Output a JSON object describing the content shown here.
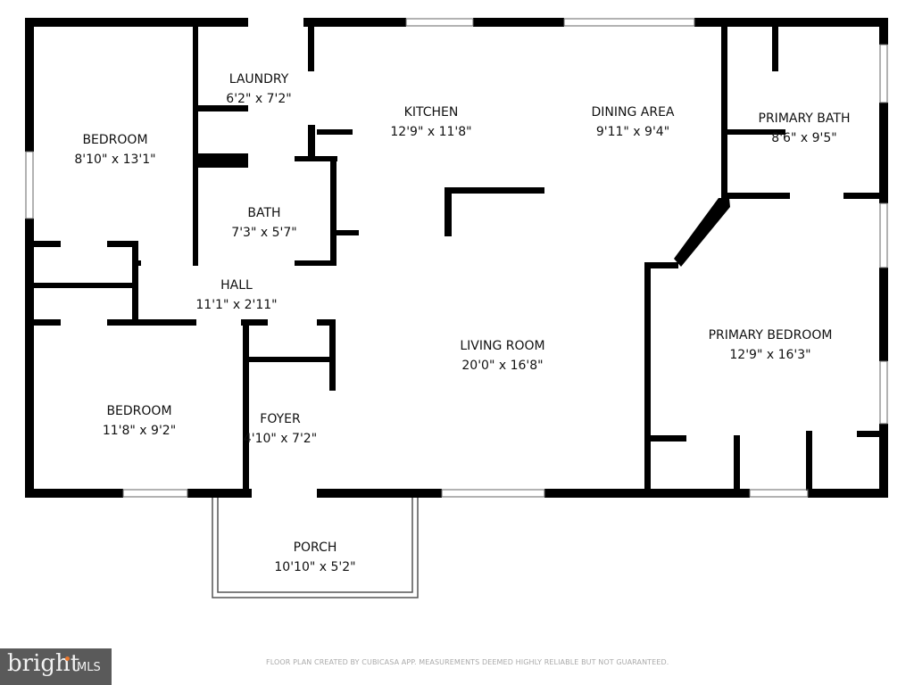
{
  "rooms": [
    {
      "name": "BEDROOM",
      "size": "8'10\" x 13'1\""
    },
    {
      "name": "LAUNDRY",
      "size": "6'2\" x 7'2\""
    },
    {
      "name": "KITCHEN",
      "size": "12'9\" x 11'8\""
    },
    {
      "name": "DINING AREA",
      "size": "9'11\" x 9'4\""
    },
    {
      "name": "PRIMARY BATH",
      "size": "8'6\" x 9'5\""
    },
    {
      "name": "BATH",
      "size": "7'3\" x 5'7\""
    },
    {
      "name": "HALL",
      "size": "11'1\" x 2'11\""
    },
    {
      "name": "LIVING ROOM",
      "size": "20'0\" x 16'8\""
    },
    {
      "name": "PRIMARY BEDROOM",
      "size": "12'9\" x 16'3\""
    },
    {
      "name": "BEDROOM",
      "size": "11'8\" x 9'2\""
    },
    {
      "name": "FOYER",
      "size": "4'10\" x 7'2\""
    },
    {
      "name": "PORCH",
      "size": "10'10\" x 5'2\""
    }
  ],
  "logo": {
    "text": "bright",
    "suffix": "MLS",
    "accent": "#e8772e"
  },
  "footer": "FLOOR PLAN CREATED BY CUBICASA APP. MEASUREMENTS DEEMED HIGHLY RELIABLE BUT NOT GUARANTEED.",
  "colors": {
    "wall": "#000000",
    "background": "#ffffff"
  }
}
